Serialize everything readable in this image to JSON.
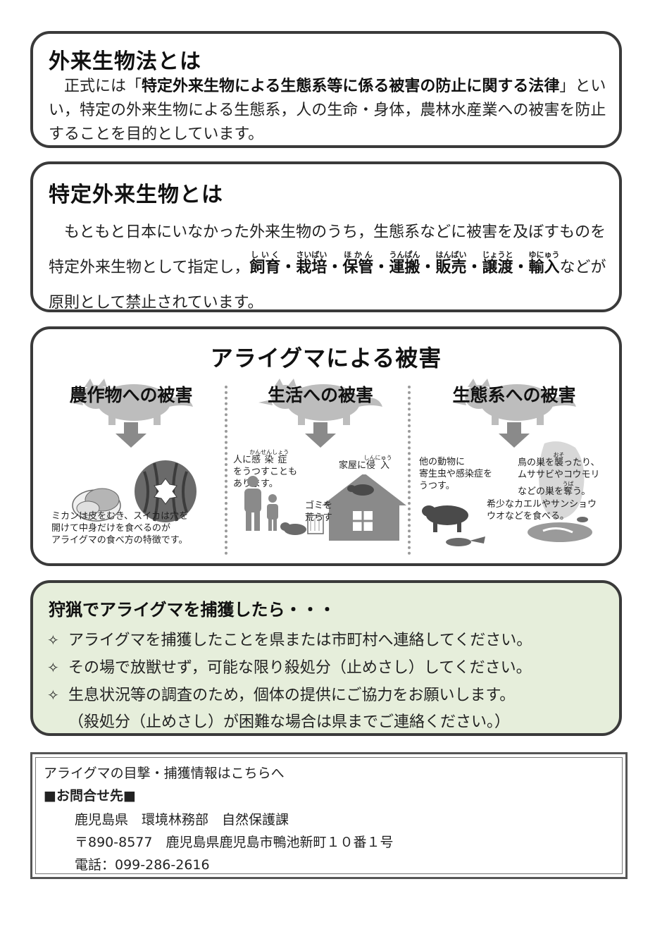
{
  "section1": {
    "title": "外来生物法とは",
    "text_pre": "正式には「",
    "text_bold": "特定外来生物による生態系等に係る被害の防止に関する法律",
    "text_post": "」といい，特定の外来生物による生態系，人の生命・身体，農林水産業への被害を防止することを目的としています。"
  },
  "section2": {
    "title": "特定外来生物とは",
    "text_pre": "もともと日本にいなかった外来生物のうち，生態系などに被害を及ぼすものを特定外来生物として指定し，",
    "actions": [
      {
        "word": "飼育",
        "reading": "しいく"
      },
      {
        "word": "栽培",
        "reading": "さいばい"
      },
      {
        "word": "保管",
        "reading": "ほかん"
      },
      {
        "word": "運搬",
        "reading": "うんぱん"
      },
      {
        "word": "販売",
        "reading": "はんばい"
      },
      {
        "word": "譲渡",
        "reading": "じょうと"
      },
      {
        "word": "輸入",
        "reading": "ゆにゅう"
      }
    ],
    "separator": "・",
    "text_post": "などが原則として禁止されています。"
  },
  "section3": {
    "title": "アライグマによる被害",
    "columns": [
      {
        "heading": "農作物への被害",
        "caption": [
          "ミカンは皮をむき、スイカは穴を",
          "開けて中身だけを食べるのが",
          "アライグマの食べ方の特徴です。"
        ]
      },
      {
        "heading": "生活への被害",
        "infection_pre": "人に",
        "infection_word": "感染症",
        "infection_reading": "かんせんしょう",
        "infection_post": [
          "をうつすことも",
          "あります。"
        ],
        "invade_pre": "家屋に",
        "invade_word": "侵入",
        "invade_reading": "しんにゅう",
        "trash": [
          "ゴミを",
          "荒らす"
        ]
      },
      {
        "heading": "生態系への被害",
        "text_a": [
          "他の動物に",
          "寄生虫や感染症を",
          "うつす。"
        ],
        "nest_pre": "鳥の巣を",
        "nest_word": "襲",
        "nest_reading": "おそ",
        "nest_post": "ったり、",
        "text_b2": "ムササビやコウモリ",
        "steal_pre": "などの巣を",
        "steal_word": "奪",
        "steal_reading": "うば",
        "steal_post": "う。",
        "text_c": [
          "希少なカエルやサンショウ",
          "ウオなどを食べる。"
        ]
      }
    ]
  },
  "section4": {
    "title": "狩猟でアライグマを捕獲したら・・・",
    "bullet": "✧",
    "items": [
      "アライグマを捕獲したことを県または市町村へ連絡してください。",
      "その場で放獣せず，可能な限り殺処分（止めさし）してください。",
      "生息状況等の調査のため，個体の提供にご協力をお願いします。"
    ],
    "note": "（殺処分（止めさし）が困難な場合は県までご連絡ください。）"
  },
  "contact": {
    "intro": "アライグマの目撃・捕獲情報はこちらへ",
    "heading": "■お問合せ先■",
    "org": "鹿児島県　環境林務部　自然保護課",
    "address": "〒890-8577　鹿児島県鹿児島市鴨池新町１０番１号",
    "phone": "電話：099-286-2616"
  },
  "colors": {
    "border": "#3a3a3a",
    "green_box": "#e6eedb",
    "illustration_gray": "#8a8a8a"
  }
}
